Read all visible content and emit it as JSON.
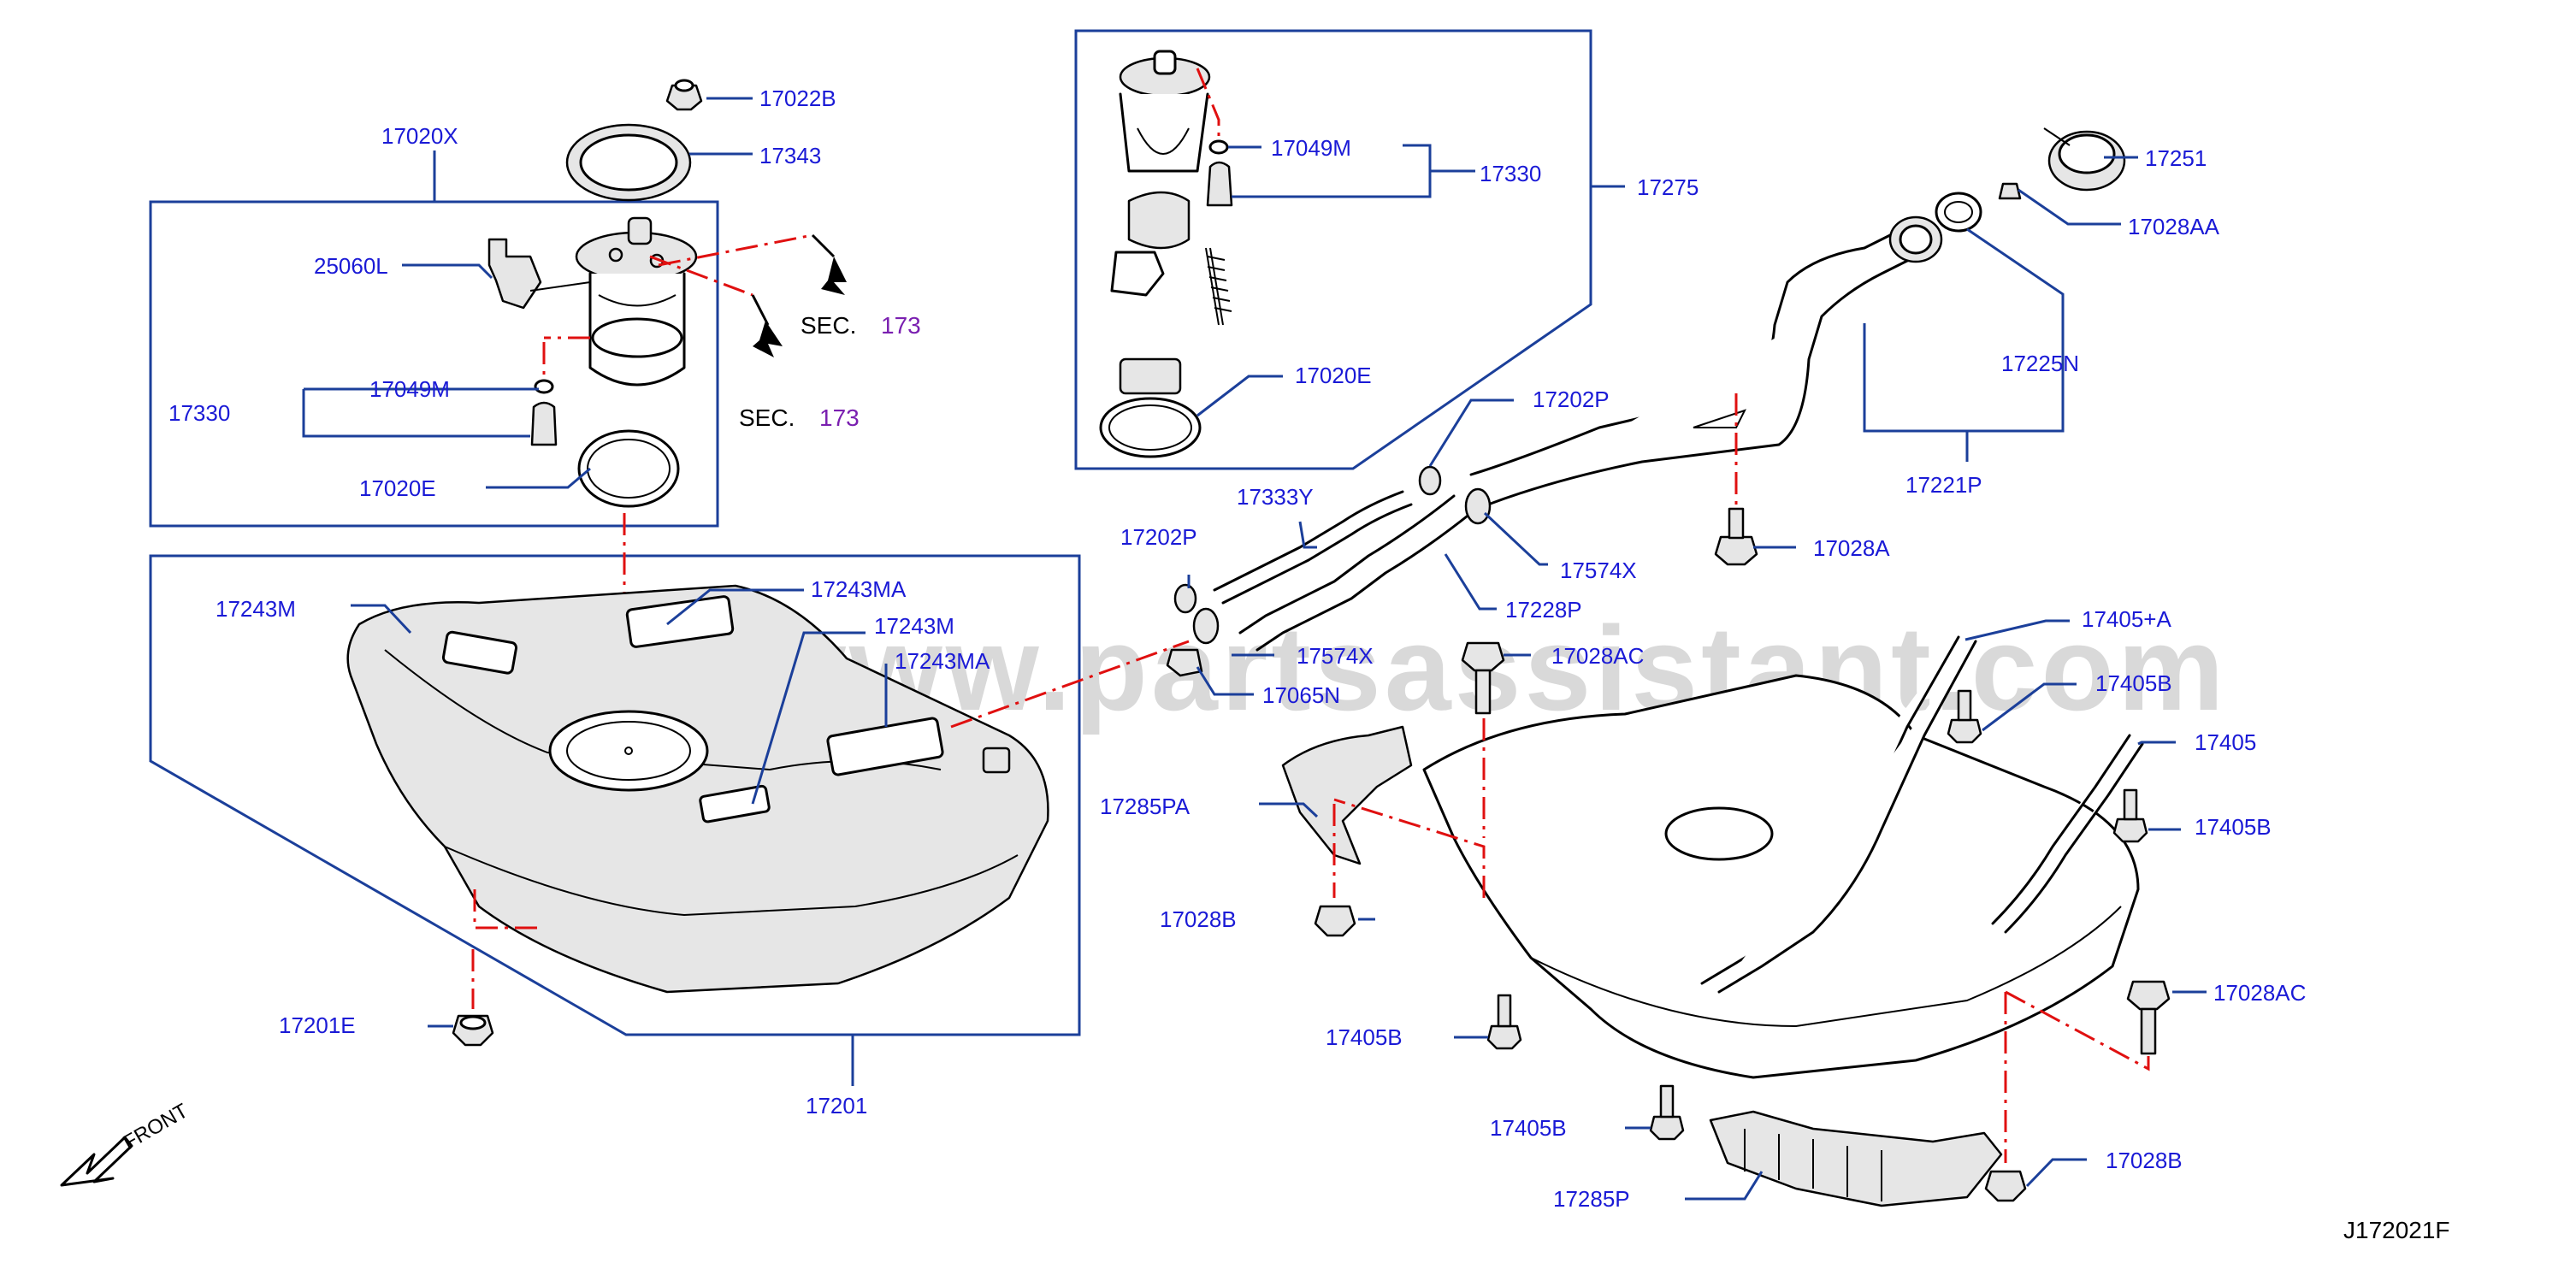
{
  "watermark": "www.partsassistant.com",
  "diagram_code": "J172021F",
  "front_label": "FRONT",
  "sec_label": "SEC.",
  "sec_number": "173",
  "labels": {
    "p17020X": "17020X",
    "p17022B": "17022B",
    "p17343": "17343",
    "p25060L": "25060L",
    "p17330a": "17330",
    "p17049Ma": "17049M",
    "p17020Ea": "17020E",
    "p17049Mb": "17049M",
    "p17330b": "17330",
    "p17275": "17275",
    "p17020Eb": "17020E",
    "p17251": "17251",
    "p17028AA": "17028AA",
    "p17225N": "17225N",
    "p17221P": "17221P",
    "p17202Pa": "17202P",
    "p17333Y": "17333Y",
    "p17202Pb": "17202P",
    "p17574Xa": "17574X",
    "p17228P": "17228P",
    "p17028A": "17028A",
    "p17243Ma": "17243M",
    "p17243MAa": "17243MA",
    "p17243Mb": "17243M",
    "p17243MAb": "17243MA",
    "p17574Xb": "17574X",
    "p17065N": "17065N",
    "p17028ACa": "17028AC",
    "p17405A": "17405+A",
    "p17405Ba": "17405B",
    "p17405": "17405",
    "p17405Bb": "17405B",
    "p17285PA": "17285PA",
    "p17028Ba": "17028B",
    "p17201E": "17201E",
    "p17201": "17201",
    "p17405Bc": "17405B",
    "p17028ACb": "17028AC",
    "p17405Bd": "17405B",
    "p17285P": "17285P",
    "p17028Bb": "17028B"
  }
}
